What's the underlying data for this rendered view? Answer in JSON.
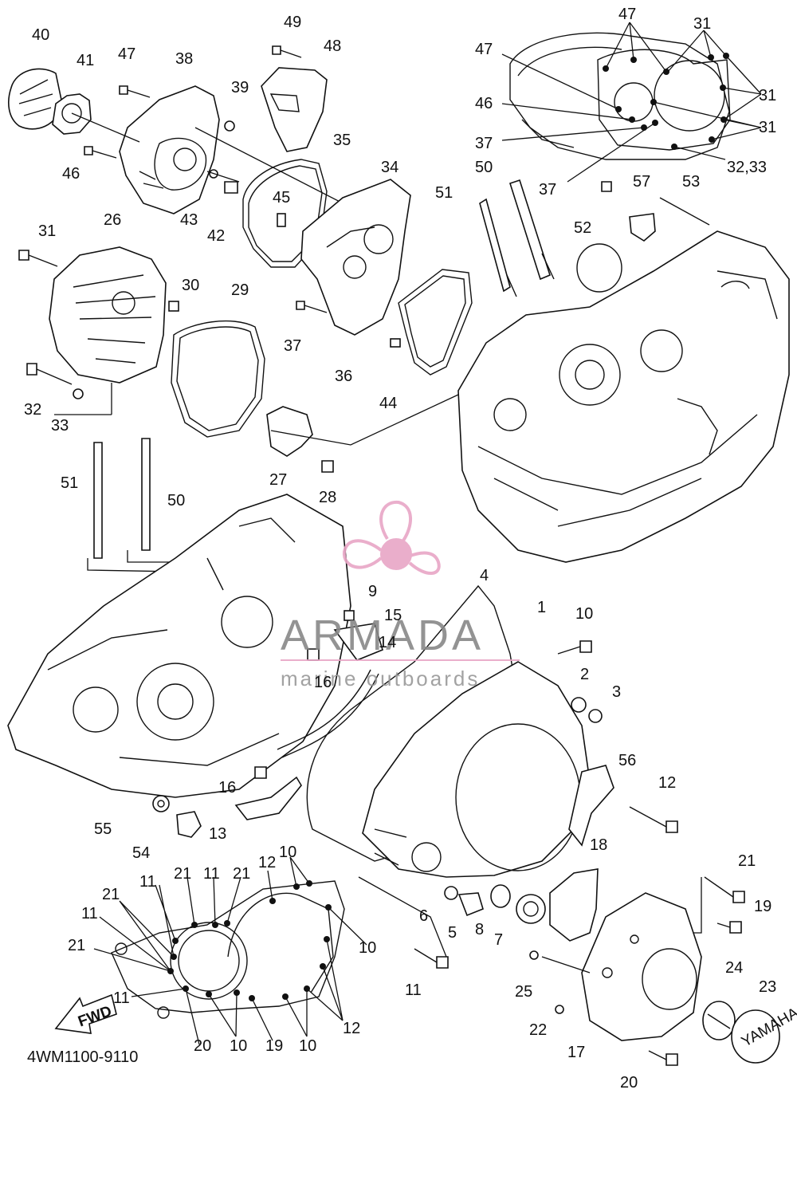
{
  "diagram": {
    "code": "4WM1100-9110",
    "fwd_label": "FWD",
    "cover_text": "YAMAHA"
  },
  "watermark": {
    "brand": "ARMADA",
    "tagline": "marine outboards",
    "color": "#e8a6c6"
  },
  "callouts": [
    "1",
    "2",
    "3",
    "4",
    "5",
    "6",
    "7",
    "8",
    "9",
    "10",
    "10",
    "10",
    "10",
    "10",
    "10",
    "11",
    "11",
    "11",
    "11",
    "11",
    "12",
    "12",
    "12",
    "13",
    "14",
    "15",
    "16",
    "16",
    "17",
    "18",
    "19",
    "19",
    "20",
    "20",
    "21",
    "21",
    "21",
    "21",
    "21",
    "22",
    "23",
    "24",
    "25",
    "26",
    "27",
    "28",
    "29",
    "30",
    "31",
    "31",
    "31",
    "31",
    "32",
    "32,33",
    "33",
    "34",
    "35",
    "36",
    "37",
    "37",
    "37",
    "37",
    "38",
    "39",
    "40",
    "41",
    "42",
    "43",
    "44",
    "45",
    "46",
    "46",
    "47",
    "47",
    "47",
    "48",
    "49",
    "50",
    "50",
    "51",
    "51",
    "52",
    "53",
    "54",
    "55",
    "56",
    "57"
  ]
}
